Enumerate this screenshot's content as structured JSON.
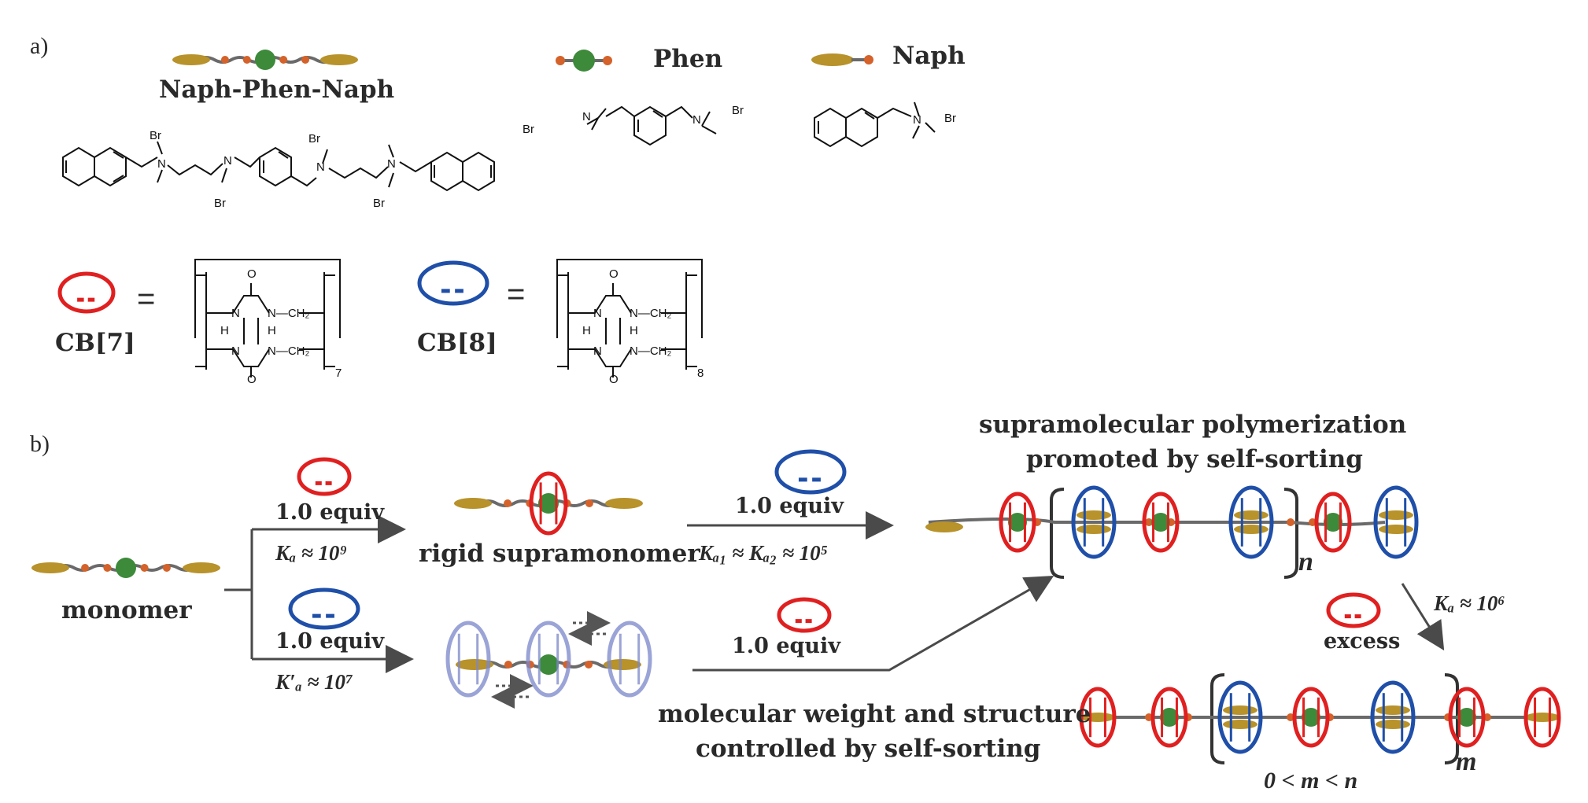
{
  "panel_a": "a)",
  "panel_b": "b)",
  "naph_phen_naph": "Naph-Phen-Naph",
  "phen": "Phen",
  "naph": "Naph",
  "cb7": "CB[7]",
  "cb8": "CB[8]",
  "equals": "=",
  "subscript_7": "7",
  "subscript_8": "8",
  "chem_br": "Br",
  "chem_n": "N",
  "chem_o": "O",
  "chem_h": "H",
  "chem_ch2": "N—CH₂",
  "monomer": "monomer",
  "equiv_top": "1.0 equiv",
  "ka_top": "Kₐ ≈ 10⁹",
  "equiv_bottom": "1.0 equiv",
  "ka_bottom": "K′ₐ ≈ 10⁷",
  "rigid_supramonomer": "rigid supramonomer",
  "equiv_mid_top": "1.0 equiv",
  "ka12": "Kₐ₁ ≈ Kₐ₂ ≈ 10⁵",
  "equiv_mid_bottom": "1.0 equiv",
  "supra_line1": "supramolecular polymerization",
  "supra_line2": "promoted by self-sorting",
  "n_label": "n",
  "ka_right": "Kₐ ≈ 10⁶",
  "excess": "excess",
  "mw_line1": "molecular weight and structure",
  "mw_line2": "controlled by self-sorting",
  "m_label": "m",
  "range_label": "0 < m < n",
  "colors": {
    "cb7": "#e02020",
    "cb8": "#1f4fa8",
    "cb8_light": "#7a86c8",
    "naph": "#b8922a",
    "phen": "#3d8a3a",
    "node": "#d4622a",
    "chain": "#6a6a6a",
    "arrow": "#4a4a4a"
  }
}
